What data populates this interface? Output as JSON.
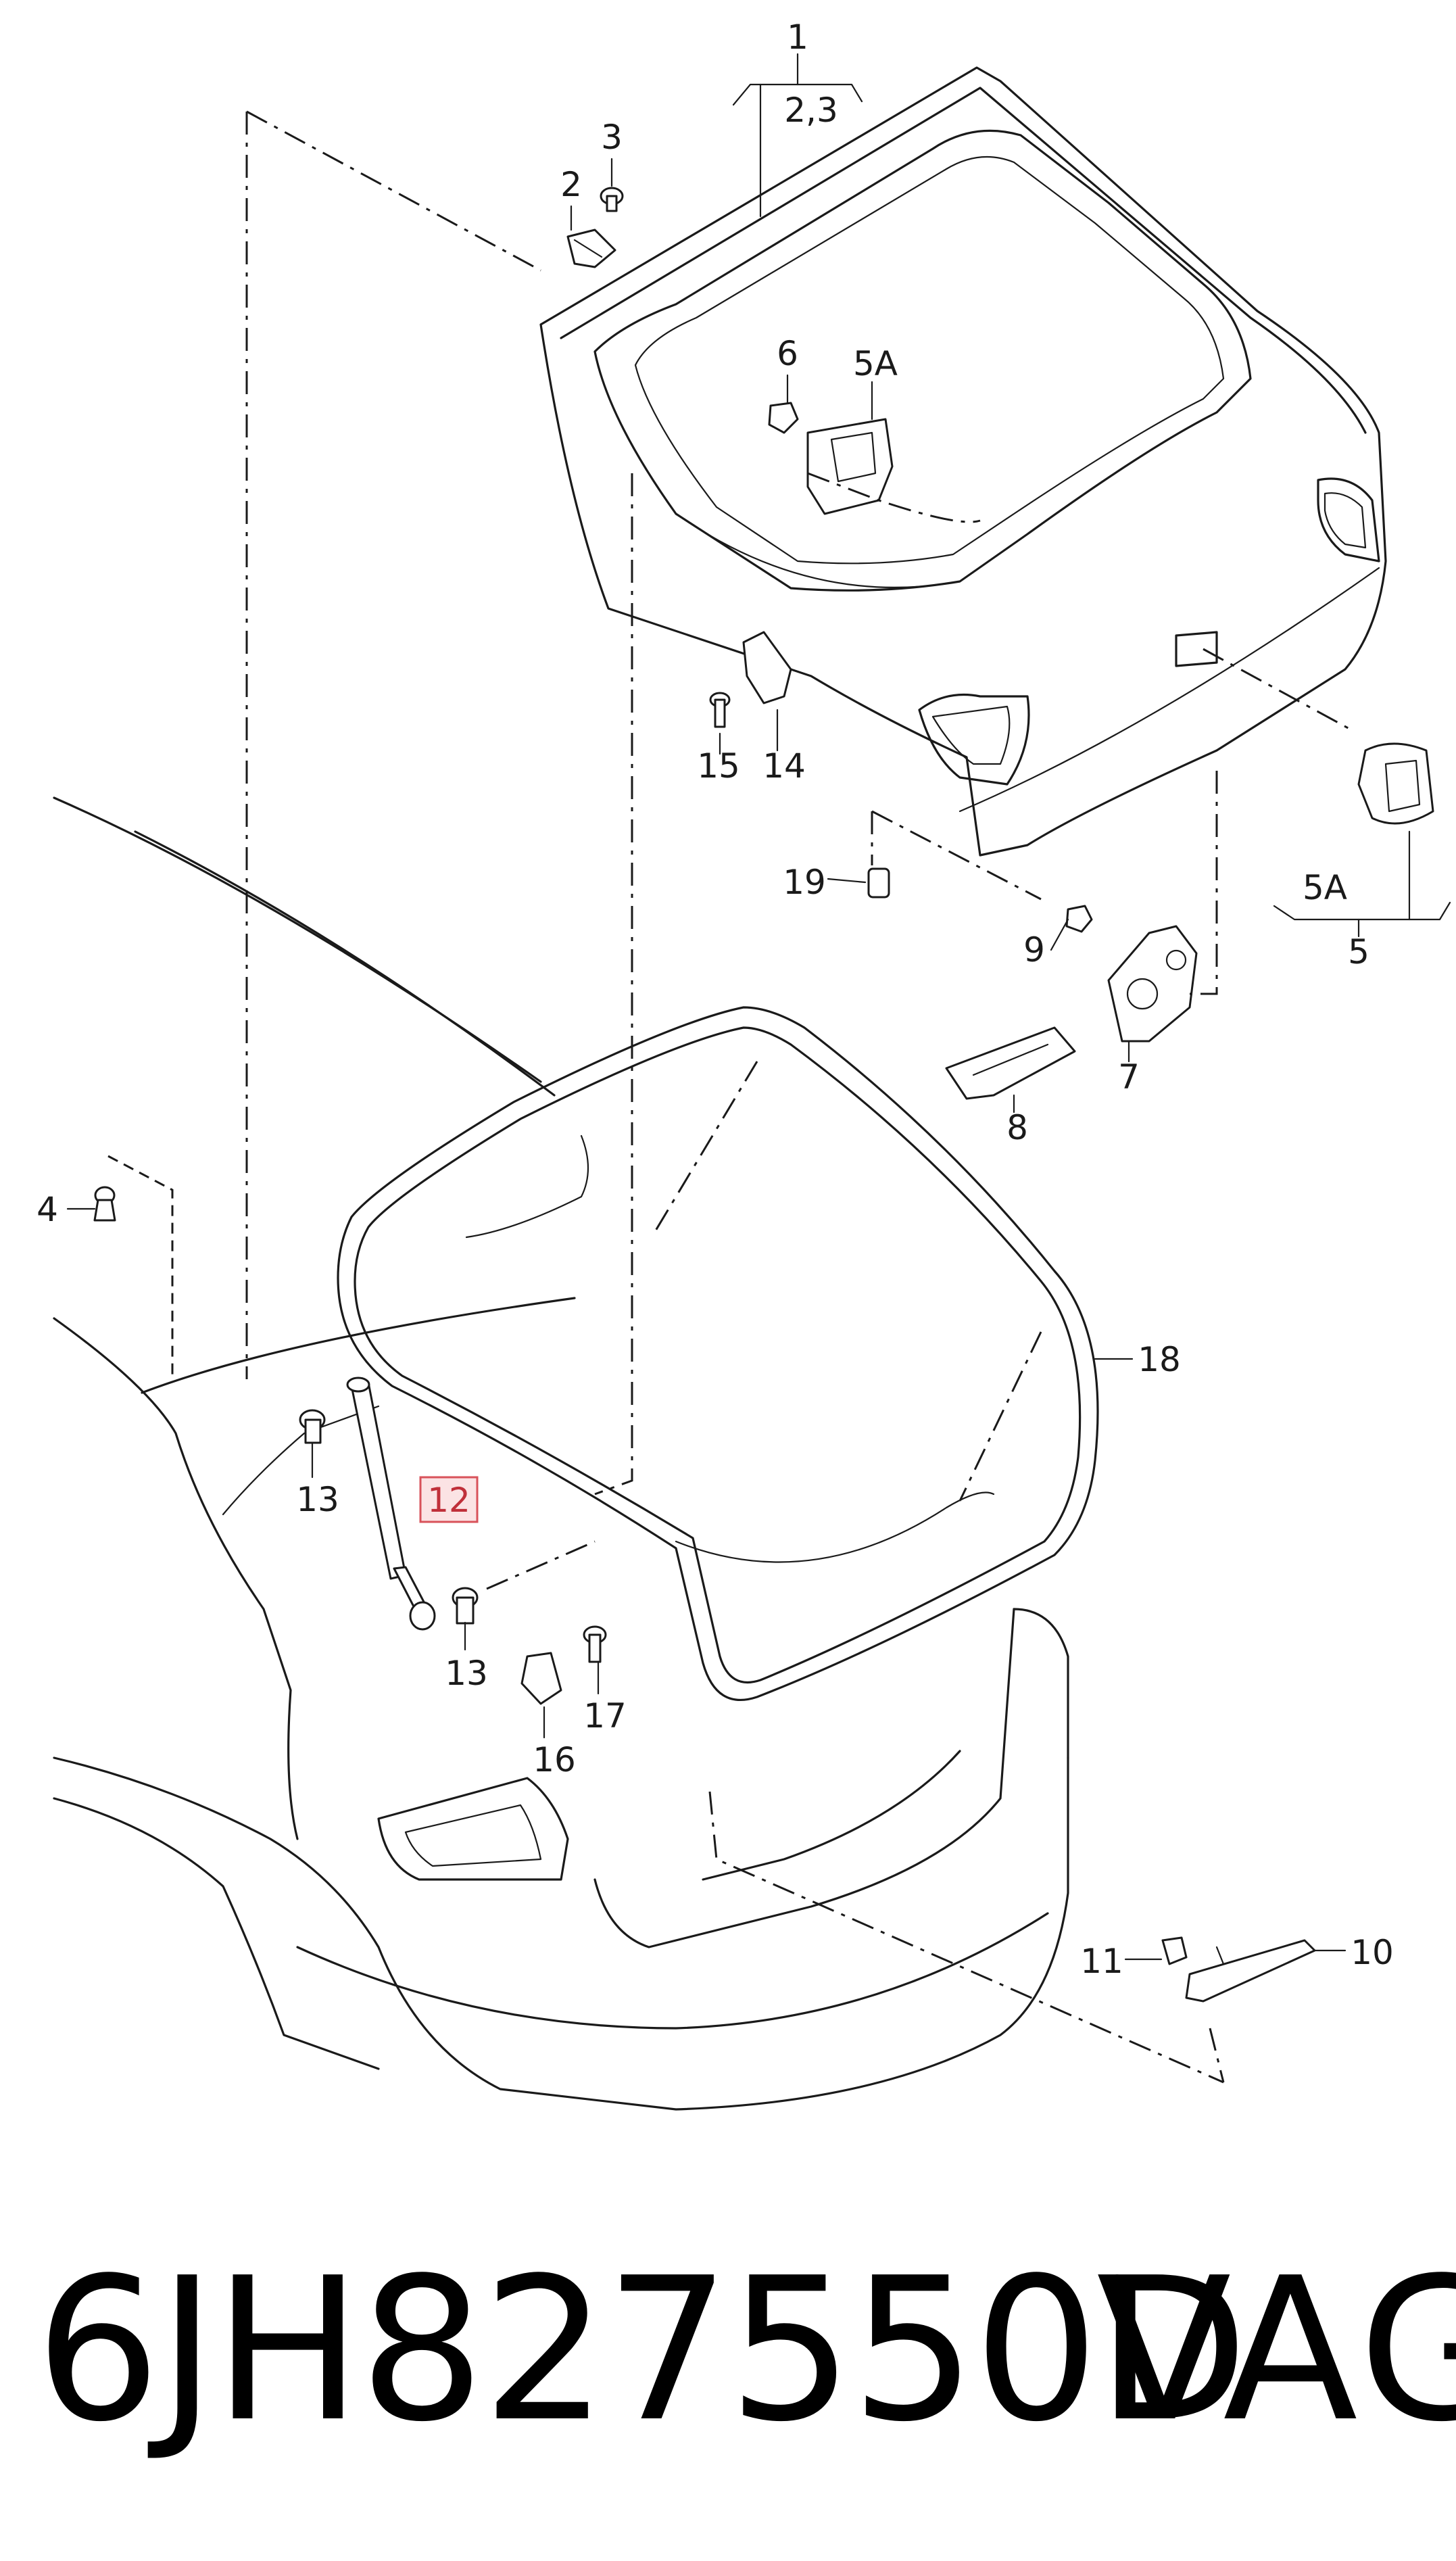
{
  "callouts": {
    "c1": "1",
    "c23": "2,3",
    "c2": "2",
    "c3": "3",
    "c6": "6",
    "c5A_top": "5A",
    "c15": "15",
    "c14": "14",
    "c19": "19",
    "c5A_bottom": "5A",
    "c5": "5",
    "c9": "9",
    "c7": "7",
    "c8": "8",
    "c4": "4",
    "c18": "18",
    "c13_upper": "13",
    "c12": "12",
    "c13_lower": "13",
    "c17": "17",
    "c16": "16",
    "c11": "11",
    "c10": "10"
  },
  "highlight": {
    "color": "#d8525a",
    "fill": "#fbe3e4"
  },
  "footer": {
    "part_number": "6JH827550D",
    "brand": "VAG"
  }
}
